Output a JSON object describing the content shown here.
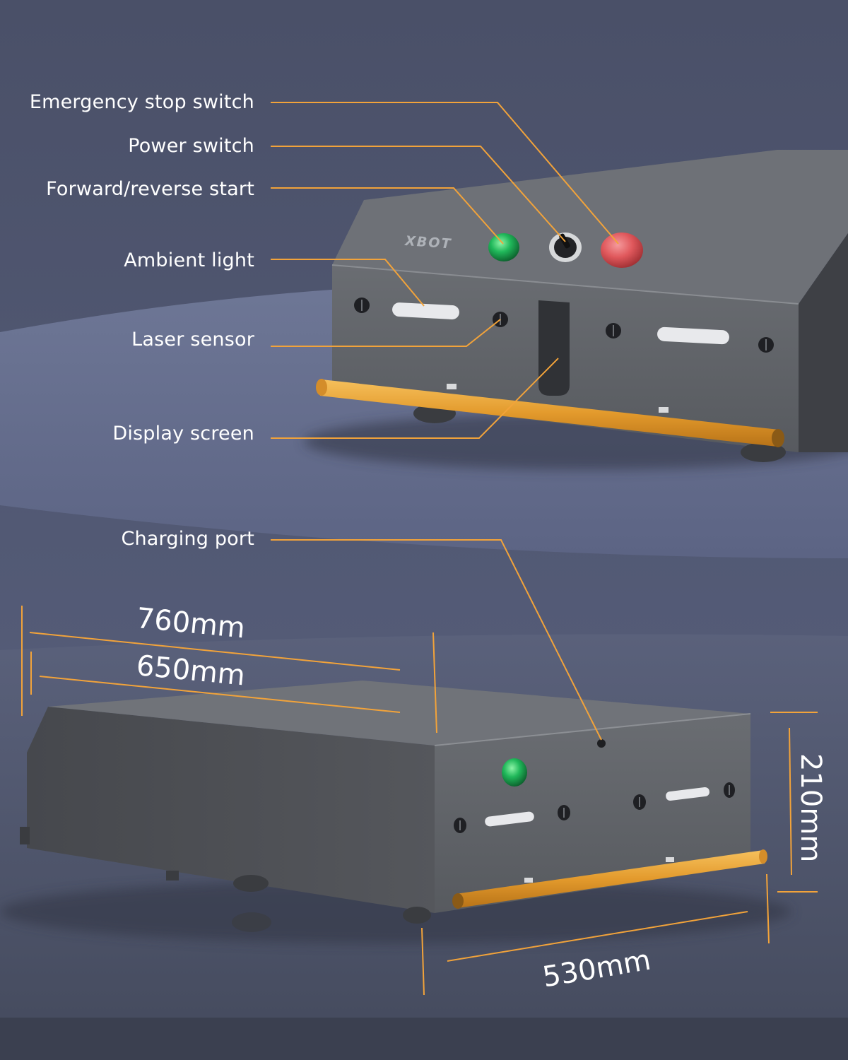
{
  "callouts": [
    "Emergency stop switch",
    "Power switch",
    "Forward/reverse start",
    "Ambient light",
    "Laser sensor",
    "Display screen",
    "Charging port"
  ],
  "dimensions": {
    "length": "760mm",
    "inner_length": "650mm",
    "width": "530mm",
    "height": "210mm"
  },
  "brand": "XBOT",
  "colors": {
    "leader_line": "#f2a33a",
    "bumper": "#e9a43a",
    "emergency_stop": "#e05a5e",
    "start_button": "#2ec46a",
    "body": "#5c5f65",
    "background": "#4d5468"
  }
}
